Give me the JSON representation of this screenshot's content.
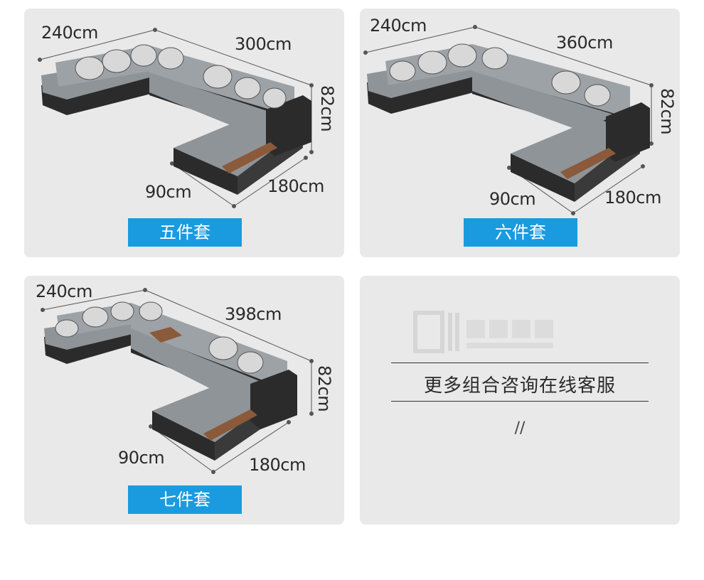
{
  "cards": [
    {
      "set_label": "五件套",
      "dims": {
        "left_width": "240cm",
        "back_length": "300cm",
        "height": "82cm",
        "depth": "90cm",
        "chaise_length": "180cm"
      }
    },
    {
      "set_label": "六件套",
      "dims": {
        "left_width": "240cm",
        "back_length": "360cm",
        "height": "82cm",
        "depth": "90cm",
        "chaise_length": "180cm"
      }
    },
    {
      "set_label": "七件套",
      "dims": {
        "left_width": "240cm",
        "back_length": "398cm",
        "height": "82cm",
        "depth": "90cm",
        "chaise_length": "180cm"
      }
    }
  ],
  "consult": {
    "text": "更多组合咨询在线客服",
    "mark": "//"
  },
  "colors": {
    "card_background": "#e9e9e9",
    "badge_background": "#1a9be0",
    "fabric_gray": "#8f9499",
    "leather_black": "#2b2b2b",
    "wood_tray": "#8a5a3a"
  }
}
